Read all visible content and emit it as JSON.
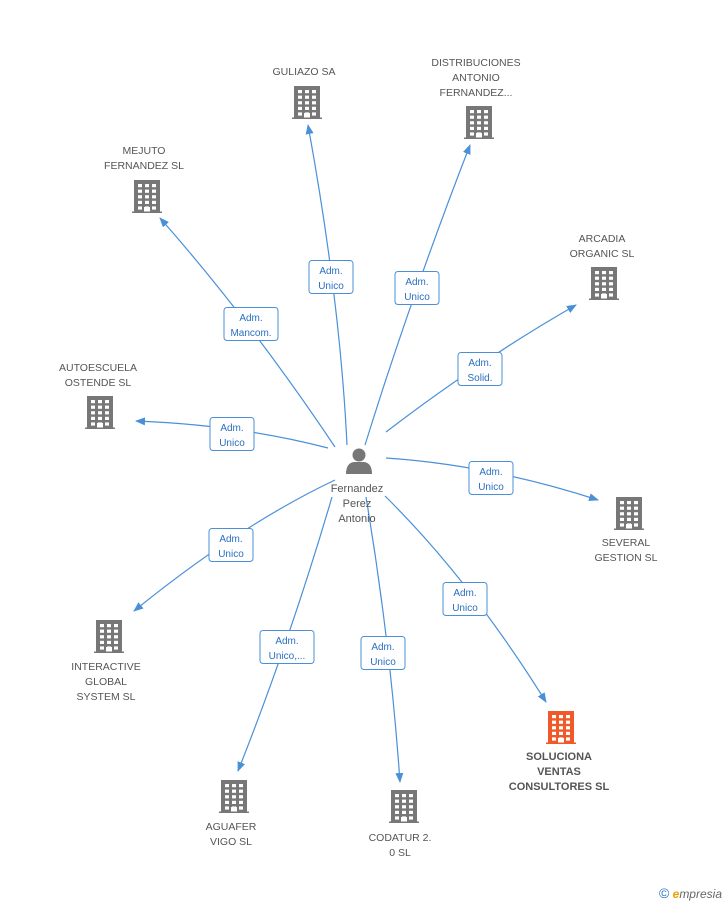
{
  "person": {
    "lines": [
      "Fernandez",
      "Perez",
      "Antonio"
    ]
  },
  "companies": [
    {
      "id": "guliazo",
      "lines": [
        "GULIAZO SA"
      ],
      "highlight": false
    },
    {
      "id": "distribuciones",
      "lines": [
        "DISTRIBUCIONES",
        "ANTONIO",
        "FERNANDEZ..."
      ],
      "highlight": false
    },
    {
      "id": "mejuto",
      "lines": [
        "MEJUTO",
        "FERNANDEZ  SL"
      ],
      "highlight": false
    },
    {
      "id": "arcadia",
      "lines": [
        "ARCADIA",
        "ORGANIC  SL"
      ],
      "highlight": false
    },
    {
      "id": "autoescuela",
      "lines": [
        "AUTOESCUELA",
        "OSTENDE SL"
      ],
      "highlight": false
    },
    {
      "id": "several",
      "lines": [
        "SEVERAL",
        "GESTION  SL"
      ],
      "highlight": false
    },
    {
      "id": "interactive",
      "lines": [
        "INTERACTIVE",
        "GLOBAL",
        "SYSTEM SL"
      ],
      "highlight": false
    },
    {
      "id": "soluciona",
      "lines": [
        "SOLUCIONA",
        "VENTAS",
        "CONSULTORES SL"
      ],
      "highlight": true
    },
    {
      "id": "aguafer",
      "lines": [
        "AGUAFER",
        "VIGO  SL"
      ],
      "highlight": false
    },
    {
      "id": "codatur",
      "lines": [
        "CODATUR 2.",
        "0 SL"
      ],
      "highlight": false
    }
  ],
  "roles": [
    {
      "target": "guliazo",
      "lines": [
        "Adm.",
        "Unico"
      ]
    },
    {
      "target": "distribuciones",
      "lines": [
        "Adm.",
        "Unico"
      ]
    },
    {
      "target": "mejuto",
      "lines": [
        "Adm.",
        "Mancom."
      ]
    },
    {
      "target": "arcadia",
      "lines": [
        "Adm.",
        "Solid."
      ]
    },
    {
      "target": "autoescuela",
      "lines": [
        "Adm.",
        "Unico"
      ]
    },
    {
      "target": "several",
      "lines": [
        "Adm.",
        "Unico"
      ]
    },
    {
      "target": "interactive",
      "lines": [
        "Adm.",
        "Unico"
      ]
    },
    {
      "target": "soluciona",
      "lines": [
        "Adm.",
        "Unico"
      ]
    },
    {
      "target": "aguafer",
      "lines": [
        "Adm.",
        "Unico,..."
      ]
    },
    {
      "target": "codatur",
      "lines": [
        "Adm.",
        "Unico"
      ]
    }
  ],
  "colors": {
    "edge": "#4a90d9",
    "building": "#777777",
    "building_highlight": "#f05a28",
    "person": "#777777"
  },
  "footer": {
    "copyright": "©",
    "brand_initial": "e",
    "brand_rest": "mpresia"
  }
}
